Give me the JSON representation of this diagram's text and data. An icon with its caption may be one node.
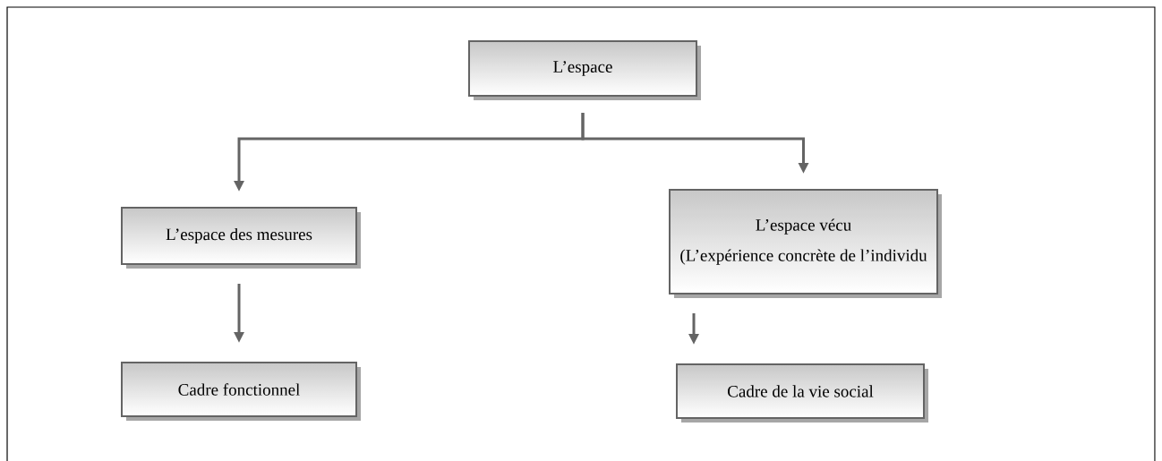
{
  "diagram": {
    "nodes": [
      {
        "text": [
          "L’espace"
        ]
      },
      {
        "text": [
          "L’espace des mesures"
        ]
      },
      {
        "text": [
          "L’espace vécu",
          "(L’expérience concrète de l’individu"
        ]
      },
      {
        "text": [
          "Cadre fonctionnel"
        ]
      },
      {
        "text": [
          "Cadre de la vie social"
        ]
      }
    ],
    "edges": [
      {
        "from": 0,
        "to": 1,
        "arrow": "to"
      },
      {
        "from": 0,
        "to": 2,
        "arrow": "to"
      },
      {
        "from": 1,
        "to": 3,
        "arrow": "to"
      },
      {
        "from": 2,
        "to": 4,
        "arrow": "to"
      }
    ]
  }
}
